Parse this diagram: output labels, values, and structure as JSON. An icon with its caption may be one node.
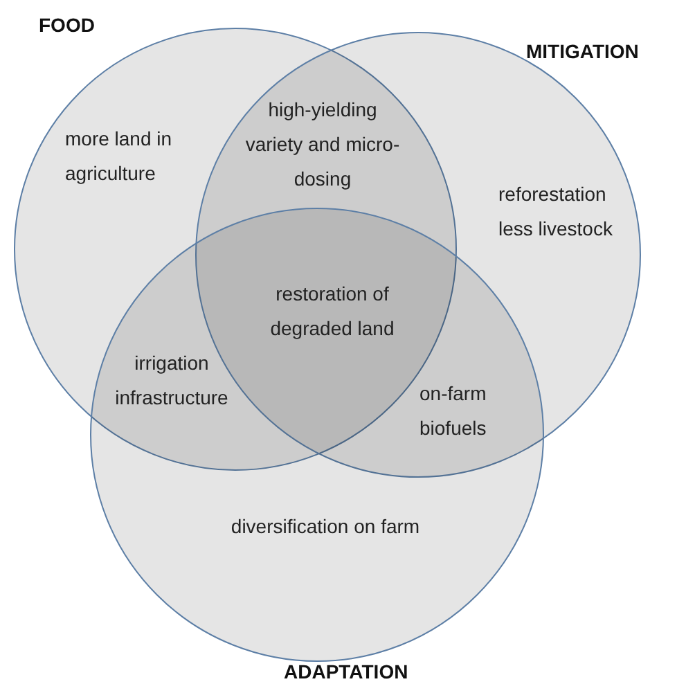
{
  "diagram": {
    "nodes": [
      {
        "text": [
          "FOOD"
        ]
      },
      {
        "text": [
          "MITIGATION"
        ]
      },
      {
        "text": [
          "ADAPTATION"
        ]
      }
    ],
    "labels": [
      "more land in agriculture",
      "high-yielding variety and micro-dosing",
      "reforestation less livestock",
      "restoration of degraded land",
      "irrigation infrastructure",
      "on-farm biofuels",
      "diversification on farm"
    ]
  }
}
